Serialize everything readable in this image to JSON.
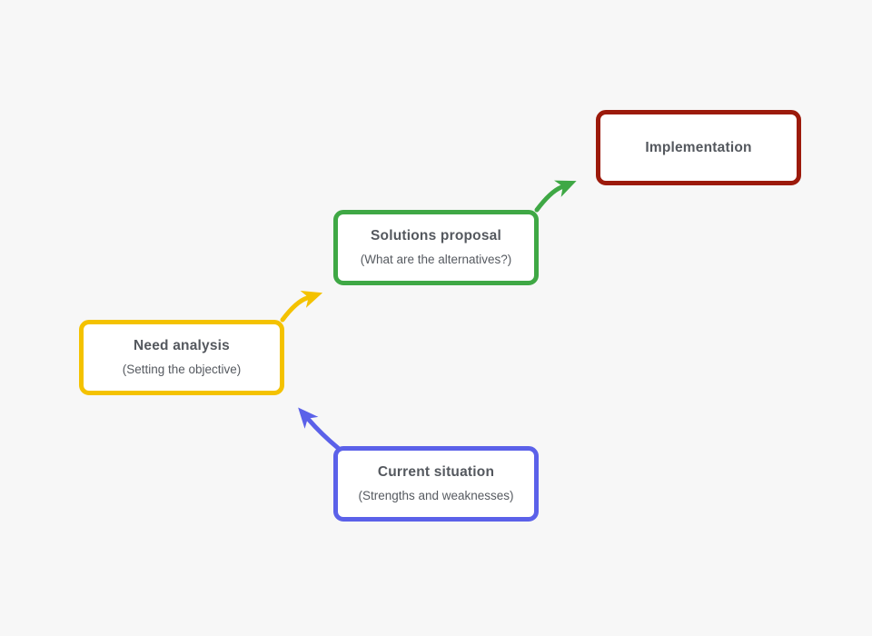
{
  "diagram": {
    "background_color": "#f7f7f7",
    "text_color": "#54585e",
    "stages": [
      {
        "id": "current-situation",
        "title": "Current situation",
        "subtitle": "(Strengths and weaknesses)",
        "color": "#5b61e9"
      },
      {
        "id": "need-analysis",
        "title": "Need analysis",
        "subtitle": "(Setting the objective)",
        "color": "#f4c200"
      },
      {
        "id": "solutions-proposal",
        "title": "Solutions proposal",
        "subtitle": "(What are the alternatives?)",
        "color": "#3fa845"
      },
      {
        "id": "implementation",
        "title": "Implementation",
        "subtitle": "",
        "color": "#9c1a0b"
      }
    ]
  }
}
